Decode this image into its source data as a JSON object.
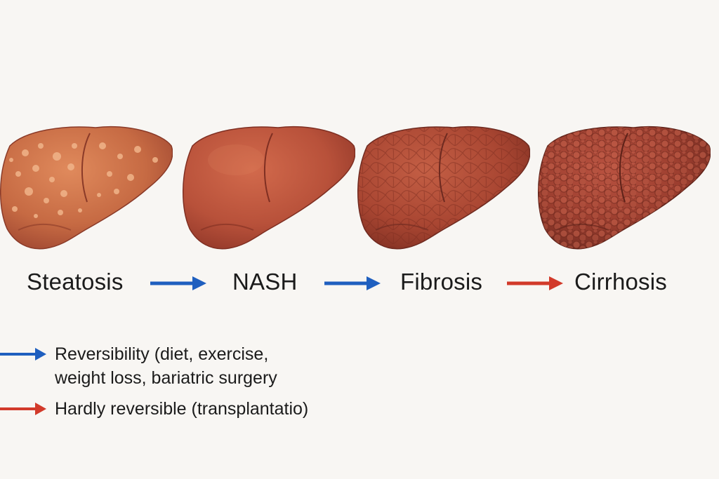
{
  "stages": [
    {
      "label": "Steatosis"
    },
    {
      "label": "NASH"
    },
    {
      "label": "Fibrosis"
    },
    {
      "label": "Cirrhosis"
    }
  ],
  "transitions": [
    {
      "from": "Steatosis",
      "to": "NASH",
      "color": "#1f5fbf"
    },
    {
      "from": "NASH",
      "to": "Fibrosis",
      "color": "#1f5fbf"
    },
    {
      "from": "Fibrosis",
      "to": "Cirrhosis",
      "color": "#d23a2a"
    }
  ],
  "legend": [
    {
      "color": "#1f5fbf",
      "line1": "Reversibility (diet, exercise,",
      "line2": "weight loss, bariatric surgery"
    },
    {
      "color": "#d23a2a",
      "line1": "Hardly reversible (transplantatio)"
    }
  ],
  "colors": {
    "background": "#f8f6f3",
    "reversible": "#1f5fbf",
    "irreversible": "#d23a2a",
    "liver_base": "#b9533a"
  }
}
